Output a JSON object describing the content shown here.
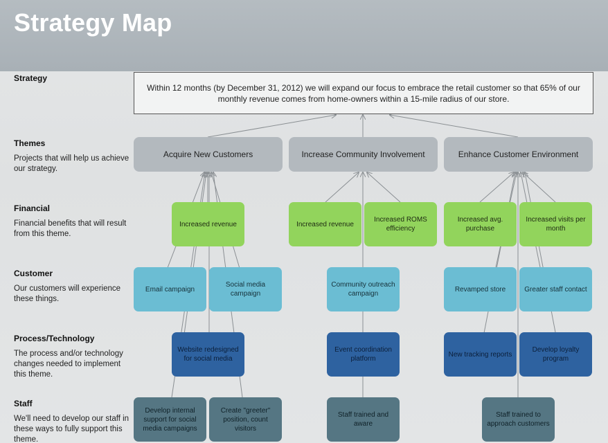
{
  "header": {
    "title": "Strategy Map"
  },
  "rows": {
    "strategy": {
      "title": "Strategy"
    },
    "themes": {
      "title": "Themes",
      "desc": "Projects that will help us achieve our strategy."
    },
    "financial": {
      "title": "Financial",
      "desc": "Financial benefits that will result from this theme."
    },
    "customer": {
      "title": "Customer",
      "desc": "Our customers will experience these things."
    },
    "process": {
      "title": "Process/Technology",
      "desc": "The process and/or technology changes needed to implement this theme."
    },
    "staff": {
      "title": "Staff",
      "desc": "We'll need to develop our staff in these ways to fully support this theme."
    }
  },
  "strategy_text": "Within 12 months (by December 31, 2012) we will expand our focus to embrace the retail customer so that 65% of our monthly revenue comes from home-owners within a 15-mile radius of our store.",
  "themes": {
    "t1": "Acquire New Customers",
    "t2": "Increase Community Involvement",
    "t3": "Enhance Customer Environment"
  },
  "financial": {
    "f1": "Increased revenue",
    "f2": "Increased revenue",
    "f3": "Increased ROMS efficiency",
    "f4": "Increased avg. purchase",
    "f5": "Increased visits per month"
  },
  "customer": {
    "c1": "Email campaign",
    "c2": "Social media campaign",
    "c3": "Community outreach campaign",
    "c4": "Revamped store",
    "c5": "Greater staff contact"
  },
  "process": {
    "p1": "Website redesigned for social media",
    "p2": "Event coordination platform",
    "p3": "New tracking reports",
    "p4": "Develop loyalty program"
  },
  "staff": {
    "s1": "Develop internal support for social media campaigns",
    "s2": "Create \"greeter\" position, count visitors",
    "s3": "Staff trained and aware",
    "s4": "Staff trained to approach customers"
  },
  "colors": {
    "header": "#a8b0b6",
    "theme": "#b3b9be",
    "financial": "#92d45c",
    "customer": "#6bbdd3",
    "process": "#2e62a0",
    "staff": "#557683",
    "connector": "#8a8f93"
  }
}
